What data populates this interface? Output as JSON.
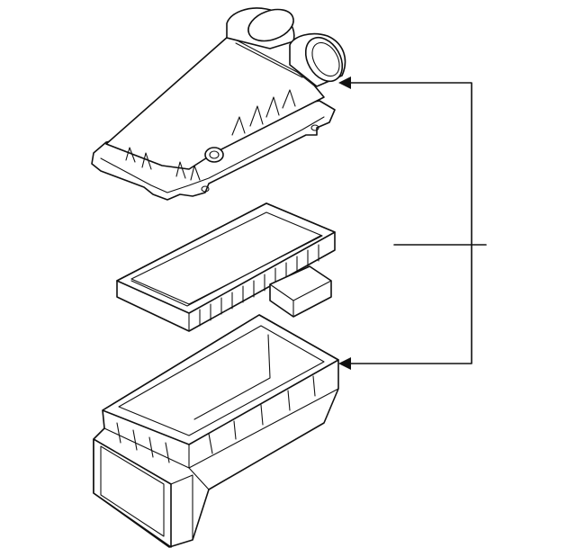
{
  "diagram": {
    "type": "exploded-parts-illustration",
    "parts": [
      "air-cleaner-cover",
      "air-filter-element",
      "air-cleaner-housing"
    ],
    "callout": {
      "label": "",
      "arrow_targets": [
        "air-cleaner-cover",
        "air-cleaner-housing"
      ]
    },
    "colors": {
      "line": "#111111",
      "background": "#ffffff"
    }
  }
}
